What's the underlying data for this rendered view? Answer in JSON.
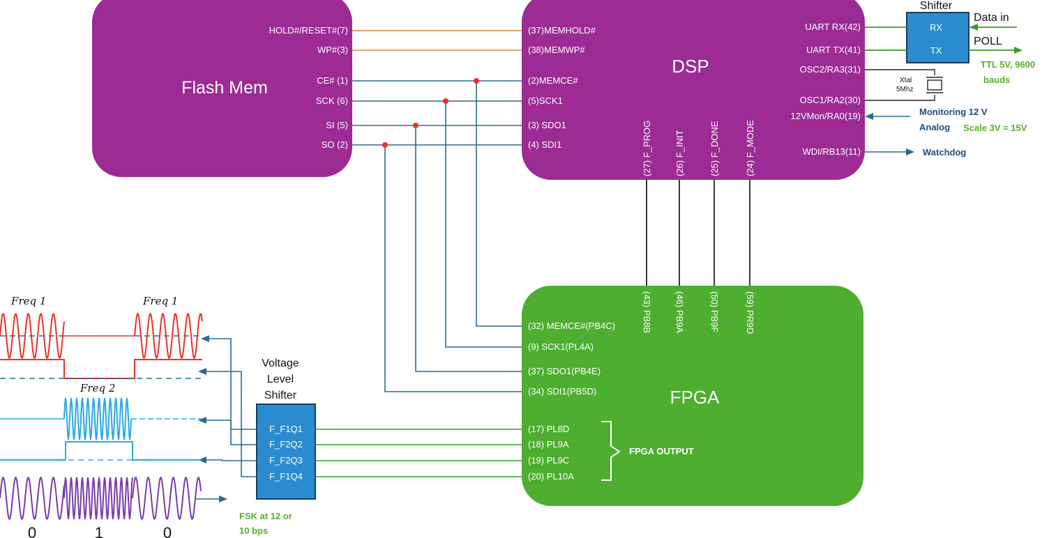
{
  "colors": {
    "purple": "#9c2b94",
    "green": "#4eae2f",
    "blue_box": "#2a8ccf",
    "orange_wire": "#e8823a",
    "teal_wire": "#2b6a8b",
    "green_wire": "#3a9a2a",
    "dark_wire": "#222222",
    "red_wave": "#e8312a",
    "cyan_wave": "#2aaae2",
    "violet_wave": "#7a3aa8",
    "annotation_green": "#5aae2a",
    "annotation_blue": "#1f4e79"
  },
  "flash": {
    "title": "Flash Mem",
    "pins": [
      "HOLD#/RESET#(7)",
      "WP#(3)",
      "CE# (1)",
      "SCK (6)",
      "SI (5)",
      "SO (2)"
    ]
  },
  "dsp": {
    "title": "DSP",
    "left_pins": [
      "(37)MEMHOLD#",
      "(38)MEMWP#",
      "(2)MEMCE#",
      "(5)SCK1",
      "(3) SDO1",
      "(4) SDI1"
    ],
    "right_pins": [
      "UART RX(42)",
      "UART TX(41)",
      "OSC2/RA3(31)",
      "OSC1/RA2(30)",
      "12VMon/RA0(19)",
      "WDI/RB13(11)"
    ],
    "bottom_pins": [
      "(27) F_PROG",
      "(26) F_INIT",
      "(25) F_DONE",
      "(24) F_MODE"
    ]
  },
  "fpga": {
    "title": "FPGA",
    "top_pins": [
      "(43) PB8B",
      "(46) PB9A",
      "(50) PB9F",
      "(59) PR9D"
    ],
    "left_pins": [
      "(32) MEMCE#(PB4C)",
      "(9) SCK1(PL4A)",
      "(37) SDO1(PB4E)",
      "(34) SDI1(PB5D)"
    ],
    "output_pins": [
      "(17) PL8D",
      "(18) PL9A",
      "(19) PL9C",
      "(20) PL10A"
    ],
    "output_label": "FPGA OUTPUT"
  },
  "uart_shifter": {
    "title": "Shifter",
    "rx": "RX",
    "tx": "TX",
    "data_in": "Data in",
    "poll": "POLL",
    "note_line1": "TTL 5V, 9600",
    "note_line2": "bauds"
  },
  "crystal": {
    "line1": "Xtal",
    "line2": "5Mhz"
  },
  "monitoring": {
    "line1": "Monitoring 12 V",
    "line2": "Analog",
    "scale": "Scale 3V = 15V"
  },
  "watchdog": "Watchdog",
  "vls": {
    "title_line1": "Voltage",
    "title_line2": "Level",
    "title_line3": "Shifter",
    "pins": [
      "F_F1Q1",
      "F_F2Q2",
      "F_F2Q3",
      "F_F1Q4"
    ],
    "note_line1": "FSK at 12 or",
    "note_line2": "10 bps"
  },
  "waveforms": {
    "freq1_a": "Freq 1",
    "freq1_b": "Freq 1",
    "freq2": "Freq 2",
    "bits": [
      "0",
      "1",
      "0"
    ]
  }
}
